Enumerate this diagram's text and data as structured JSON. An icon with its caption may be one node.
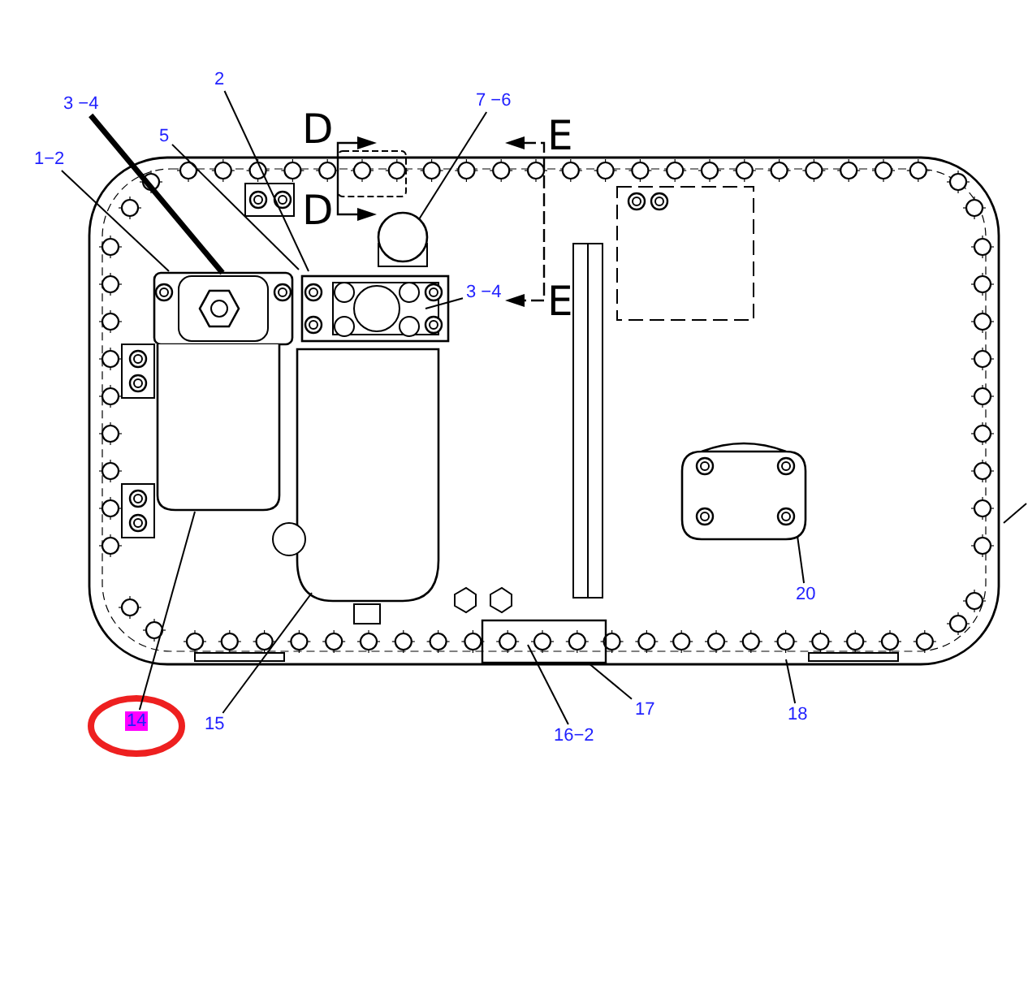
{
  "diagram": {
    "nodes": [
      {
        "text": [
          "1−2"
        ]
      },
      {
        "text": [
          "3 −4"
        ]
      },
      {
        "text": [
          "5"
        ]
      },
      {
        "text": [
          "2"
        ]
      },
      {
        "text": [
          "7 −6"
        ]
      },
      {
        "text": [
          "3 −4"
        ]
      },
      {
        "text": [
          "14"
        ]
      },
      {
        "text": [
          "15"
        ]
      },
      {
        "text": [
          "16−2"
        ]
      },
      {
        "text": [
          "17"
        ]
      },
      {
        "text": [
          "18"
        ]
      },
      {
        "text": [
          "20"
        ]
      }
    ],
    "edges": [
      {
        "from": 0,
        "to": null,
        "arrow": "none"
      },
      {
        "from": 1,
        "to": null,
        "arrow": "none",
        "style": "thick"
      },
      {
        "from": 2,
        "to": null,
        "arrow": "none"
      },
      {
        "from": 3,
        "to": null,
        "arrow": "none"
      },
      {
        "from": 4,
        "to": null,
        "arrow": "none"
      },
      {
        "from": 5,
        "to": null,
        "arrow": "none"
      },
      {
        "from": 6,
        "to": null,
        "arrow": "none"
      },
      {
        "from": 7,
        "to": null,
        "arrow": "none"
      },
      {
        "from": 8,
        "to": null,
        "arrow": "none"
      },
      {
        "from": 9,
        "to": null,
        "arrow": "none"
      },
      {
        "from": 10,
        "to": null,
        "arrow": "none"
      },
      {
        "from": 11,
        "to": null,
        "arrow": "none"
      }
    ],
    "labels": [
      "D",
      "E",
      "D",
      "E"
    ]
  }
}
